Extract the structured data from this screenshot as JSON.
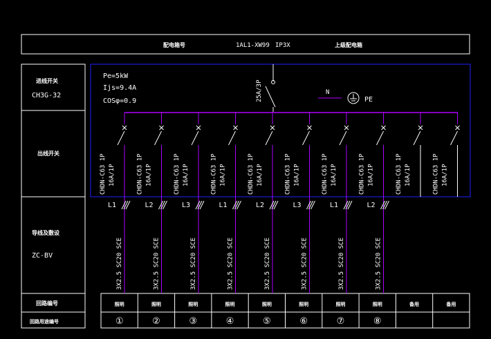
{
  "header": {
    "label_left": "配电箱号",
    "box_code": "1AL1-XW99",
    "protection": "IP3X",
    "label_right": "上级配电箱"
  },
  "rows": {
    "row1_label": "进线开关",
    "row1_value": "CH3G-32",
    "row2_label": "出线开关",
    "row3_label": "导线及敷设",
    "row3_value": "ZC-BV",
    "row4_label": "回路编号",
    "row5_label": "回路用途编号"
  },
  "params": {
    "pe": "Pe=5kW",
    "ijs": "Ijs=9.4A",
    "cos": "COSφ=0.9"
  },
  "main_breaker": "25A/3P",
  "neutral": "N",
  "pe_label": "PE",
  "colors": {
    "frame": "#ffffff",
    "busbar": "#b000ff",
    "box_border": "#2020ff",
    "switch": "#ffffff"
  },
  "circuits": [
    {
      "model": "CHDN-C63 1P",
      "rating": "16A/1P",
      "phase": "L1",
      "cable": "3X2.5 SC20 SCE",
      "use": "照明",
      "num": "①"
    },
    {
      "model": "CHDN-C63 1P",
      "rating": "16A/1P",
      "phase": "L2",
      "cable": "3X2.5 SC20 SCE",
      "use": "照明",
      "num": "②"
    },
    {
      "model": "CHDN-C63 1P",
      "rating": "16A/1P",
      "phase": "L3",
      "cable": "3X2.5 SC20 SCE",
      "use": "照明",
      "num": "③"
    },
    {
      "model": "CHDN-C63 1P",
      "rating": "16A/1P",
      "phase": "L1",
      "cable": "3X2.5 SC20 SCE",
      "use": "照明",
      "num": "④"
    },
    {
      "model": "CHDN-C63 1P",
      "rating": "16A/1P",
      "phase": "L2",
      "cable": "3X2.5 SC20 SCE",
      "use": "照明",
      "num": "⑤"
    },
    {
      "model": "CHDN-C63 1P",
      "rating": "16A/1P",
      "phase": "L3",
      "cable": "3X2.5 SC20 SCE",
      "use": "照明",
      "num": "⑥"
    },
    {
      "model": "CHDN-C63 1P",
      "rating": "16A/1P",
      "phase": "L1",
      "cable": "3X2.5 SC20 SCE",
      "use": "照明",
      "num": "⑦"
    },
    {
      "model": "CHDN-C63 1P",
      "rating": "16A/1P",
      "phase": "L2",
      "cable": "3X2.5 SC20 SCE",
      "use": "照明",
      "num": "⑧"
    },
    {
      "model": "CHDN-C63 1P",
      "rating": "16A/1P",
      "phase": "",
      "cable": "",
      "use": "备用",
      "num": ""
    },
    {
      "model": "CHDN-C63 1P",
      "rating": "16A/1P",
      "phase": "",
      "cable": "",
      "use": "备用",
      "num": ""
    }
  ]
}
